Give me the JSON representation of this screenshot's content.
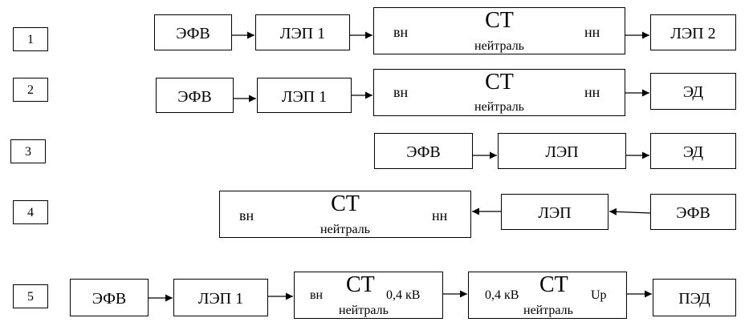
{
  "rows": [
    {
      "number": "1",
      "efv": "ЭФВ",
      "lep": "ЛЭП 1",
      "st": "СТ",
      "vn": "вн",
      "nn": "нн",
      "neutral": "нейтраль",
      "out": "ЛЭП 2"
    },
    {
      "number": "2",
      "efv": "ЭФВ",
      "lep": "ЛЭП 1",
      "st": "СТ",
      "vn": "вн",
      "nn": "нн",
      "neutral": "нейтраль",
      "out": "ЭД"
    },
    {
      "number": "3",
      "efv": "ЭФВ",
      "lep": "ЛЭП",
      "out": "ЭД"
    },
    {
      "number": "4",
      "st": "СТ",
      "vn": "вн",
      "nn": "нн",
      "neutral": "нейтраль",
      "lep": "ЛЭП",
      "efv": "ЭФВ"
    },
    {
      "number": "5",
      "efv": "ЭФВ",
      "lep": "ЛЭП 1",
      "st1": "СТ",
      "st1_vn": "вн",
      "st1_right": "0,4 кВ",
      "st1_neutral": "нейтраль",
      "st2": "СТ",
      "st2_left": "0,4 кВ",
      "st2_right": "Up",
      "st2_neutral": "нейтраль",
      "out": "ПЭД"
    }
  ]
}
